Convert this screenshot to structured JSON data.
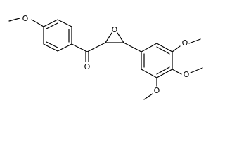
{
  "molecule": {
    "atoms": {
      "methoxy_o_left": "O",
      "epoxide_o": "O",
      "ketone_o": "O",
      "methoxy_o_upper_right": "O",
      "methoxy_o_middle_right": "O",
      "methoxy_o_lower_right": "O"
    }
  }
}
